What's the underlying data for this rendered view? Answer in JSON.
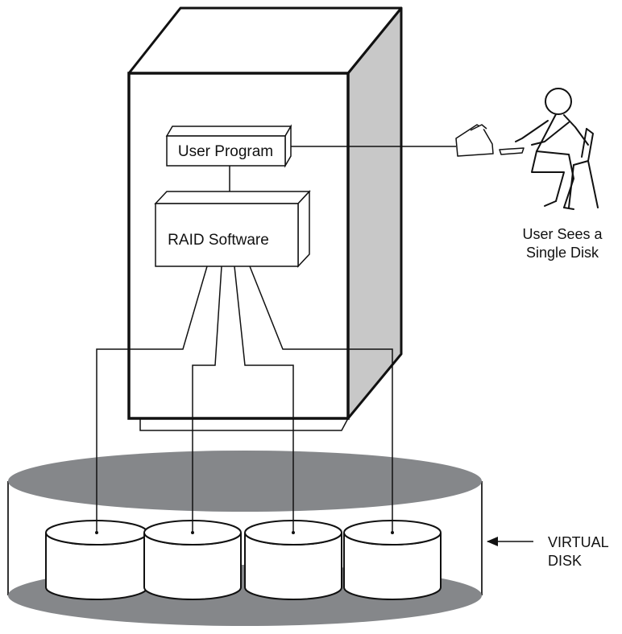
{
  "diagram": {
    "boxes": {
      "user_program": "User Program",
      "raid_software": "RAID Software"
    },
    "user_caption": {
      "line1": "User Sees a",
      "line2": "Single Disk"
    },
    "virtual_disk_label": {
      "line1": "VIRTUAL",
      "line2": "DISK"
    },
    "physical_disk_count": 4,
    "colors": {
      "cabinet_side": "#c8c8c8",
      "disk_top": "#85878a",
      "line": "#111111",
      "background": "#ffffff"
    }
  }
}
